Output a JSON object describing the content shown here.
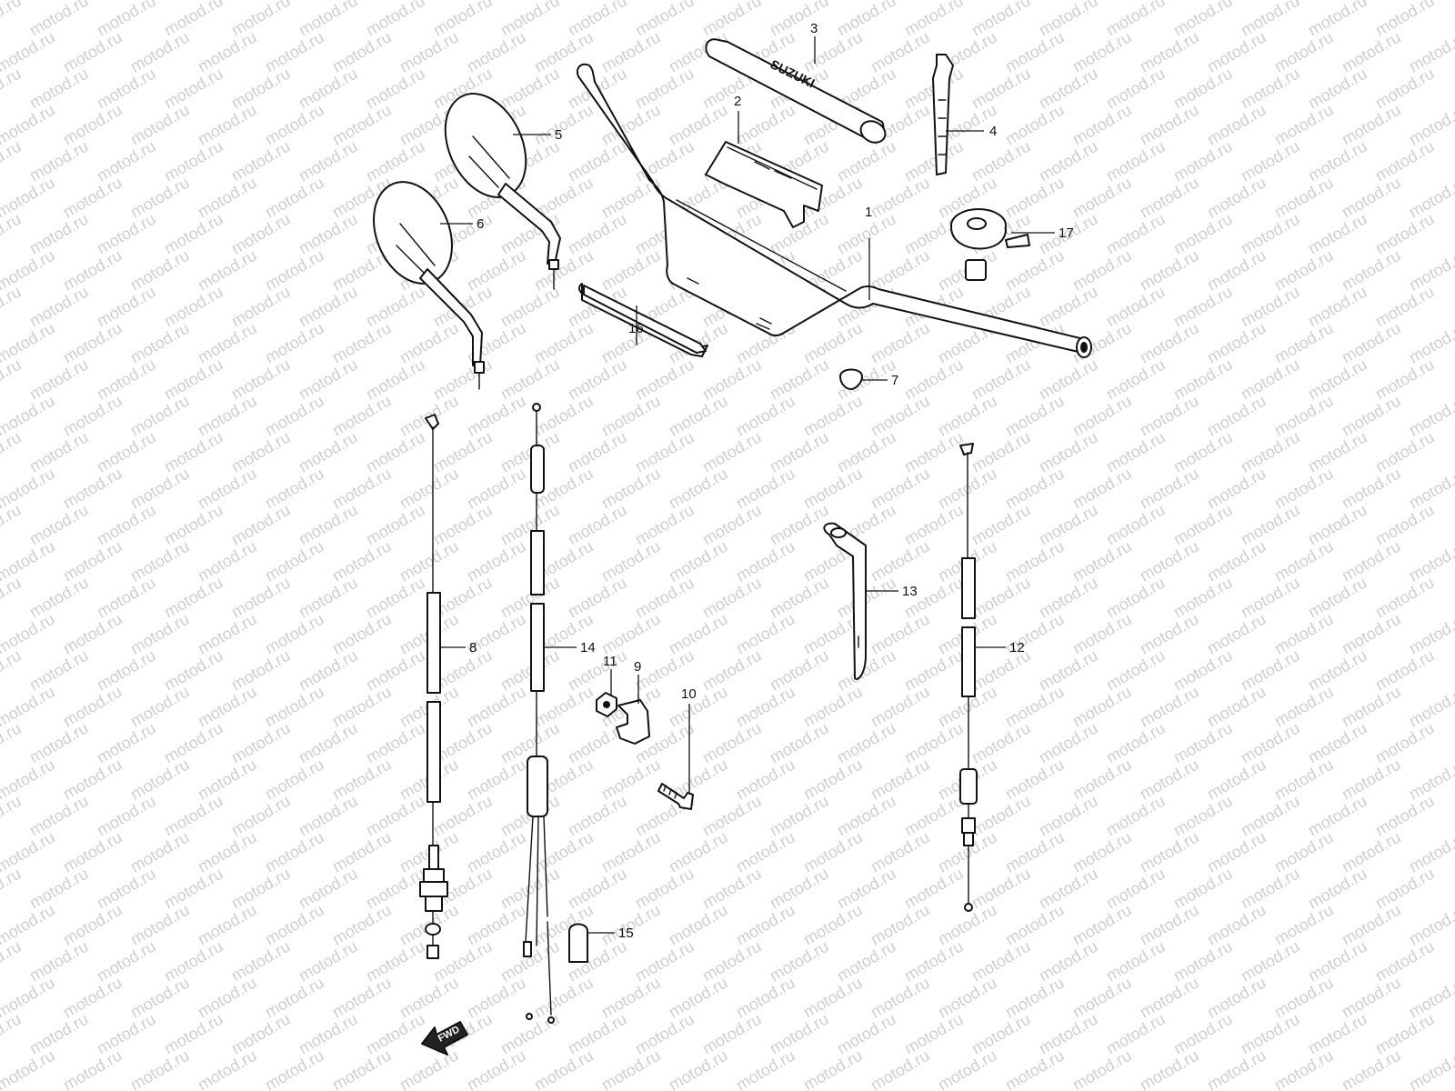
{
  "watermark": {
    "text": "motod.ru",
    "color": "#cfcfcf"
  },
  "brand_text": "SUZUKI",
  "direction_label": "FWD",
  "callouts": [
    {
      "id": "handlebar",
      "label": "1"
    },
    {
      "id": "cover",
      "label": "2"
    },
    {
      "id": "pad",
      "label": "3"
    },
    {
      "id": "strap",
      "label": "4"
    },
    {
      "id": "mirror-right",
      "label": "5"
    },
    {
      "id": "mirror-left",
      "label": "6"
    },
    {
      "id": "plug",
      "label": "7"
    },
    {
      "id": "cable-left",
      "label": "8"
    },
    {
      "id": "clamp",
      "label": "9"
    },
    {
      "id": "screw",
      "label": "10"
    },
    {
      "id": "nut",
      "label": "11"
    },
    {
      "id": "cable-right",
      "label": "12"
    },
    {
      "id": "hook",
      "label": "13"
    },
    {
      "id": "cable-middle",
      "label": "14"
    },
    {
      "id": "cap",
      "label": "15"
    },
    {
      "id": "band",
      "label": "16"
    },
    {
      "id": "bell",
      "label": "17"
    }
  ]
}
